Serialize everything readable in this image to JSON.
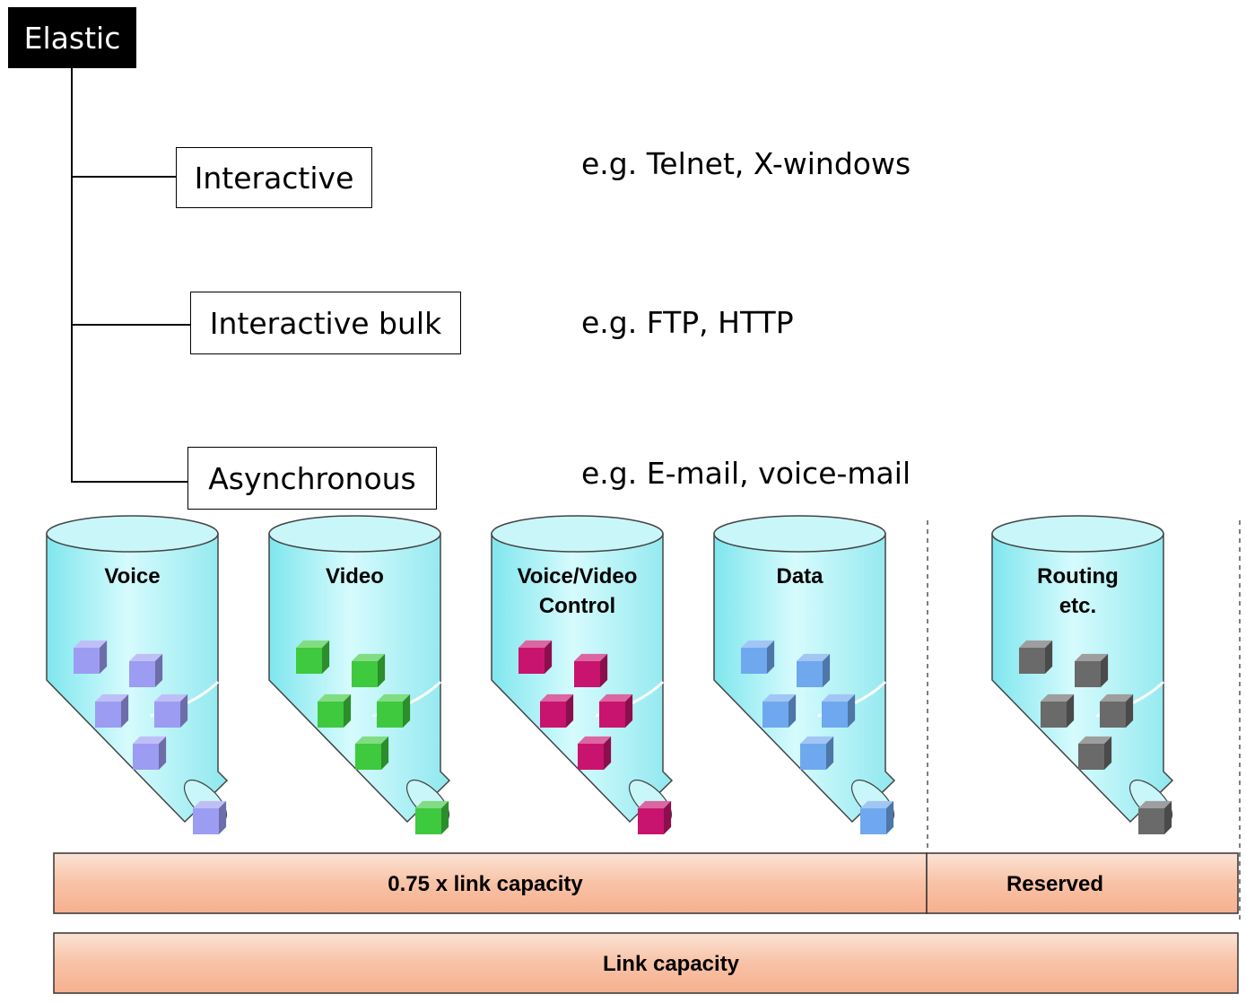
{
  "root": {
    "label": "Elastic"
  },
  "categories": [
    {
      "label": "Interactive",
      "example": "e.g. Telnet, X-windows"
    },
    {
      "label": "Interactive bulk",
      "example": "e.g. FTP, HTTP"
    },
    {
      "label": "Asynchronous",
      "example": "e.g. E-mail, voice-mail"
    }
  ],
  "funnels": [
    {
      "label_line1": "Voice",
      "label_line2": "",
      "color": "#9c9cf2"
    },
    {
      "label_line1": "Video",
      "label_line2": "",
      "color": "#3ec93e"
    },
    {
      "label_line1": "Voice/Video",
      "label_line2": "Control",
      "color": "#c8146e"
    },
    {
      "label_line1": "Data",
      "label_line2": "",
      "color": "#6fa8ee"
    },
    {
      "label_line1": "Routing",
      "label_line2": "etc.",
      "color": "#6a6a6a"
    }
  ],
  "bars": {
    "partial": "0.75 x link capacity",
    "reserved": "Reserved",
    "total": "Link capacity"
  },
  "colors": {
    "funnel_fill": "#aaf0f4",
    "bar_fill": "#f8c2a6"
  }
}
